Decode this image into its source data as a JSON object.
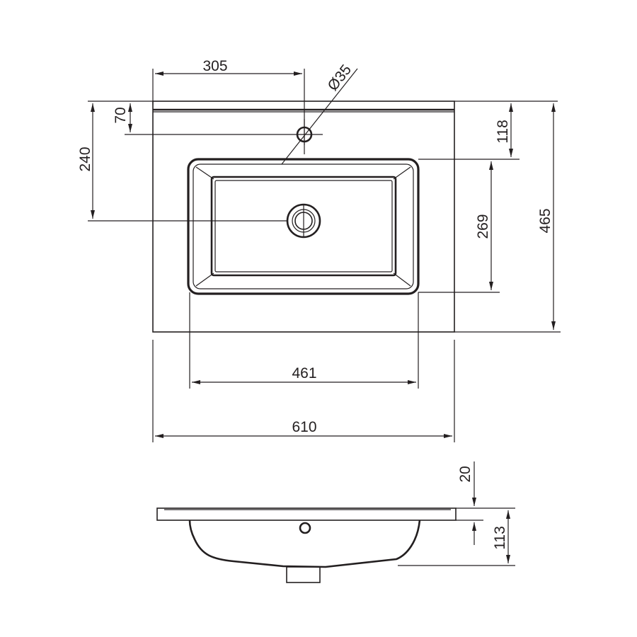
{
  "dimensions": {
    "faucet_offset": "305",
    "faucet_hole_diameter": "Ø35",
    "faucet_depth": "70",
    "drain_depth": "240",
    "faucet_to_bowl": "118",
    "bowl_depth": "269",
    "total_depth": "465",
    "bowl_width": "461",
    "total_width": "610",
    "slab_thickness": "20",
    "total_height": "113"
  }
}
